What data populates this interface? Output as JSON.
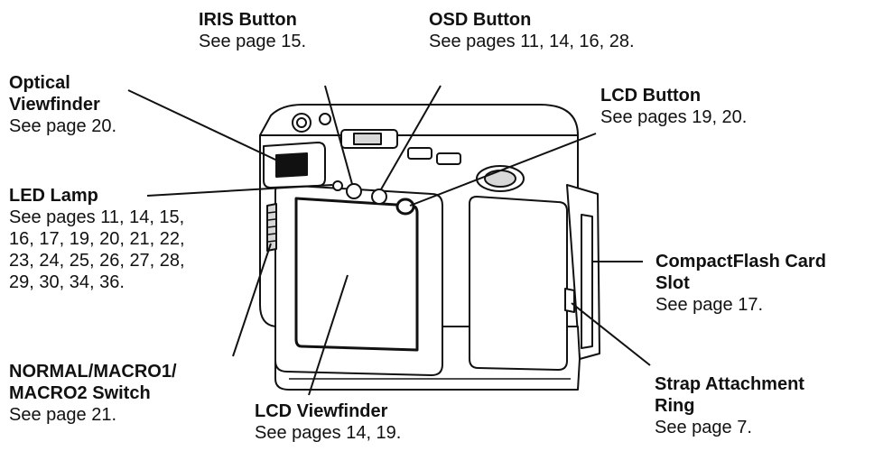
{
  "callouts": {
    "iris": {
      "title": "IRIS Button",
      "ref": "See page 15."
    },
    "osd": {
      "title": "OSD Button",
      "ref": "See pages 11, 14, 16, 28."
    },
    "optical": {
      "title_lines": [
        "Optical",
        "Viewfinder"
      ],
      "ref": "See page 20."
    },
    "lcd_button": {
      "title": "LCD Button",
      "ref": "See pages 19, 20."
    },
    "led": {
      "title": "LED Lamp",
      "ref_lines": [
        "See pages 11, 14, 15,",
        "16, 17, 19, 20, 21, 22,",
        "23, 24, 25, 26, 27, 28,",
        "29, 30, 34, 36."
      ]
    },
    "cf": {
      "title_lines": [
        "CompactFlash Card",
        "Slot"
      ],
      "ref": "See page 17."
    },
    "macro": {
      "title_lines": [
        "NORMAL/MACRO1/",
        "MACRO2 Switch"
      ],
      "ref": "See page 21."
    },
    "lcd_viewfinder": {
      "title": "LCD Viewfinder",
      "ref": "See pages 14, 19."
    },
    "strap": {
      "title_lines": [
        "Strap Attachment",
        "Ring"
      ],
      "ref": "See page 7."
    }
  },
  "colors": {
    "ink": "#111111",
    "paper": "#ffffff",
    "shade": "#d8d8d8"
  }
}
